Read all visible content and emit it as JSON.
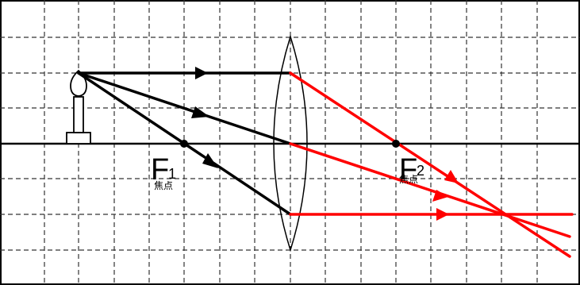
{
  "focal_points": {
    "f1": {
      "letter": "F",
      "subscript": "1",
      "caption": "焦点"
    },
    "f2": {
      "letter": "F",
      "subscript": "2",
      "caption": "焦点"
    }
  },
  "colors": {
    "grid": "#333333",
    "axis": "#000000",
    "incident_ray": "#000000",
    "refracted_ray": "#ff0000",
    "lens": "#000000"
  }
}
